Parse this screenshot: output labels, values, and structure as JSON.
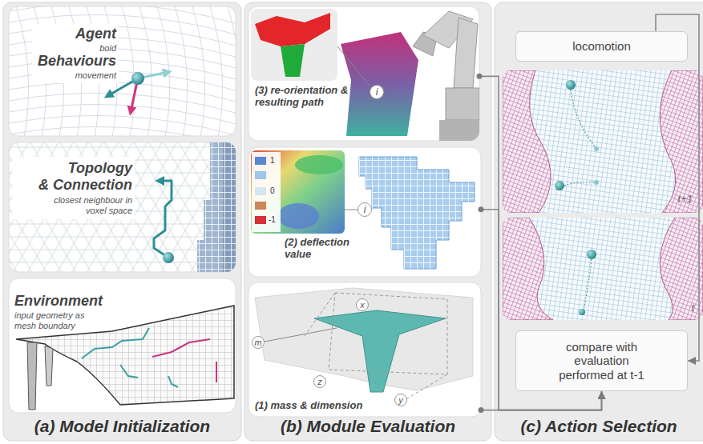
{
  "diagram": {
    "nodes": [
      {
        "text": [
          "(a) Model Initialization"
        ]
      },
      {
        "text": [
          "Agent",
          "boid",
          "Behaviours",
          "movement"
        ],
        "in": 0
      },
      {
        "text": [
          "Topology",
          "& Connection",
          "closest neighbour in voxel space"
        ],
        "in": 0
      },
      {
        "text": [
          "Environment",
          "input geometry as mesh boundary"
        ],
        "in": 0
      },
      {
        "text": [
          "(b) Module Evaluation"
        ]
      },
      {
        "text": [
          "(3) re-orientation & resulting path"
        ],
        "in": 4
      },
      {
        "text": [
          "(2) deflection value"
        ],
        "in": 4
      },
      {
        "text": [
          "(1) mass & dimension"
        ],
        "in": 4
      },
      {
        "text": [
          "(c) Action Selection"
        ]
      },
      {
        "text": [
          "locomotion"
        ],
        "in": 8
      },
      {
        "text": [
          "compare with evaluation performed at t-1"
        ],
        "in": 8
      }
    ],
    "edges": [
      {
        "from": 9,
        "to": 10,
        "arrow": "to"
      },
      {
        "from": 5,
        "to": 10,
        "arrow": "to"
      },
      {
        "from": 6,
        "to": 10,
        "arrow": "to"
      },
      {
        "from": 7,
        "to": 10,
        "arrow": "to"
      }
    ],
    "labels": [
      "i",
      "i",
      "x",
      "m",
      "z",
      "y",
      "t+1",
      "t"
    ],
    "legend": [
      {
        "text": "1",
        "color": "#5b86d4"
      },
      {
        "text": "0",
        "color": "#d4e6ee"
      },
      {
        "text": "-1",
        "color": "#d6303a"
      }
    ]
  }
}
